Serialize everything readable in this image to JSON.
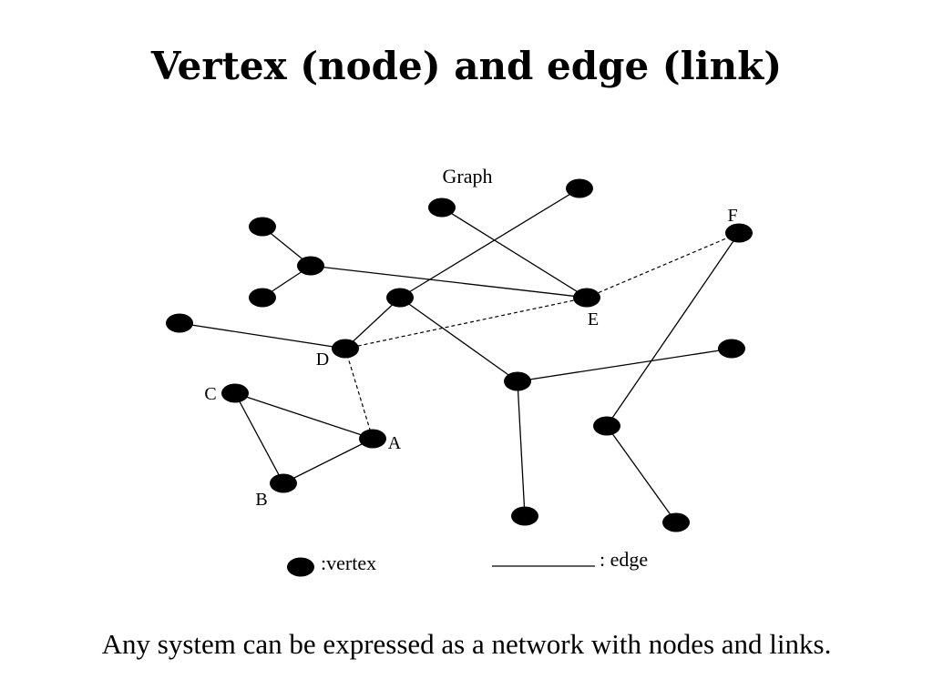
{
  "slide": {
    "title": "Vertex (node) and edge (link)",
    "caption": "Any system can be expressed as a network with nodes and links."
  },
  "diagram": {
    "label": "Graph",
    "nodes": [
      {
        "id": "n1",
        "label": ""
      },
      {
        "id": "n2",
        "label": ""
      },
      {
        "id": "n3",
        "label": ""
      },
      {
        "id": "n4",
        "label": ""
      },
      {
        "id": "n5",
        "label": ""
      },
      {
        "id": "n6",
        "label": ""
      },
      {
        "id": "E",
        "label": "E"
      },
      {
        "id": "F",
        "label": "F"
      },
      {
        "id": "n9",
        "label": ""
      },
      {
        "id": "D",
        "label": "D"
      },
      {
        "id": "n11",
        "label": ""
      },
      {
        "id": "C",
        "label": "C"
      },
      {
        "id": "A",
        "label": "A"
      },
      {
        "id": "B",
        "label": "B"
      },
      {
        "id": "n15",
        "label": ""
      },
      {
        "id": "n16",
        "label": ""
      },
      {
        "id": "n17",
        "label": ""
      },
      {
        "id": "n18",
        "label": ""
      },
      {
        "id": "n19",
        "label": ""
      }
    ],
    "edges": [
      {
        "from": "n3",
        "to": "n4",
        "style": "solid"
      },
      {
        "from": "n4",
        "to": "n5",
        "style": "solid"
      },
      {
        "from": "n4",
        "to": "E",
        "style": "solid"
      },
      {
        "from": "n1",
        "to": "E",
        "style": "solid"
      },
      {
        "from": "n2",
        "to": "n6",
        "style": "solid"
      },
      {
        "from": "n6",
        "to": "D",
        "style": "solid"
      },
      {
        "from": "n9",
        "to": "D",
        "style": "solid"
      },
      {
        "from": "n6",
        "to": "n11",
        "style": "solid"
      },
      {
        "from": "n11",
        "to": "n15",
        "style": "solid"
      },
      {
        "from": "n11",
        "to": "n16",
        "style": "solid"
      },
      {
        "from": "F",
        "to": "n17",
        "style": "solid"
      },
      {
        "from": "n17",
        "to": "n18",
        "style": "solid"
      },
      {
        "from": "C",
        "to": "A",
        "style": "solid"
      },
      {
        "from": "C",
        "to": "B",
        "style": "solid"
      },
      {
        "from": "B",
        "to": "A",
        "style": "solid"
      },
      {
        "from": "D",
        "to": "E",
        "style": "dashed"
      },
      {
        "from": "E",
        "to": "F",
        "style": "dashed"
      },
      {
        "from": "D",
        "to": "A",
        "style": "dashed"
      }
    ],
    "legend": {
      "vertex_label": ":vertex",
      "edge_label": ": edge"
    }
  }
}
